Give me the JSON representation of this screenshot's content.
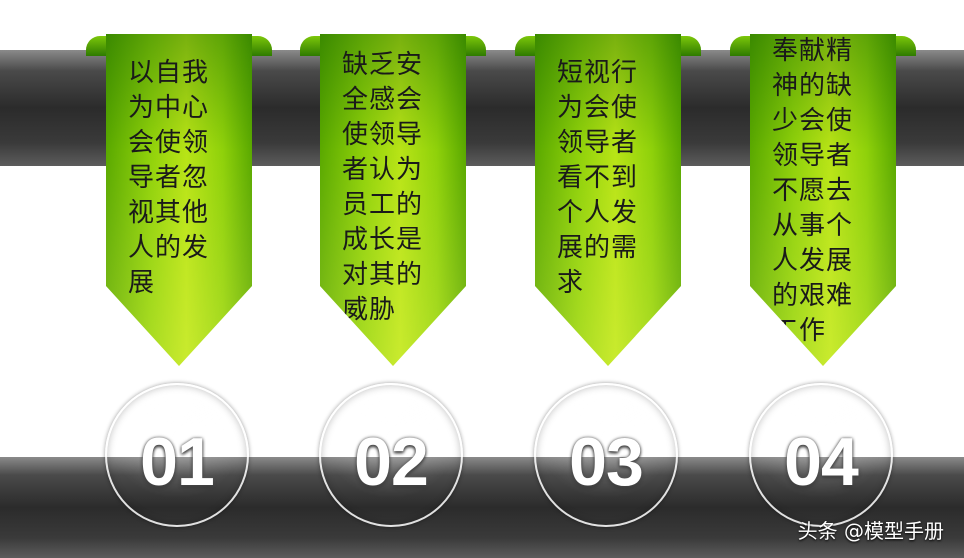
{
  "items": [
    {
      "text": "以自我为中心会使领导者忽视其他人的发展",
      "number": "01"
    },
    {
      "text": "缺乏安全感会使领导者认为员工的成长是对其的威胁",
      "number": "02"
    },
    {
      "text": "短视行为会使领导者看不到个人发展的需求",
      "number": "03"
    },
    {
      "text": "奉献精神的缺少会使领导者不愿去从事个人发展的艰难工作",
      "number": "04"
    }
  ],
  "watermark": "头条 @模型手册",
  "colors": {
    "ribbon": "#8fd10a",
    "bar": "#2b2b2b",
    "number": "#ffffff"
  }
}
